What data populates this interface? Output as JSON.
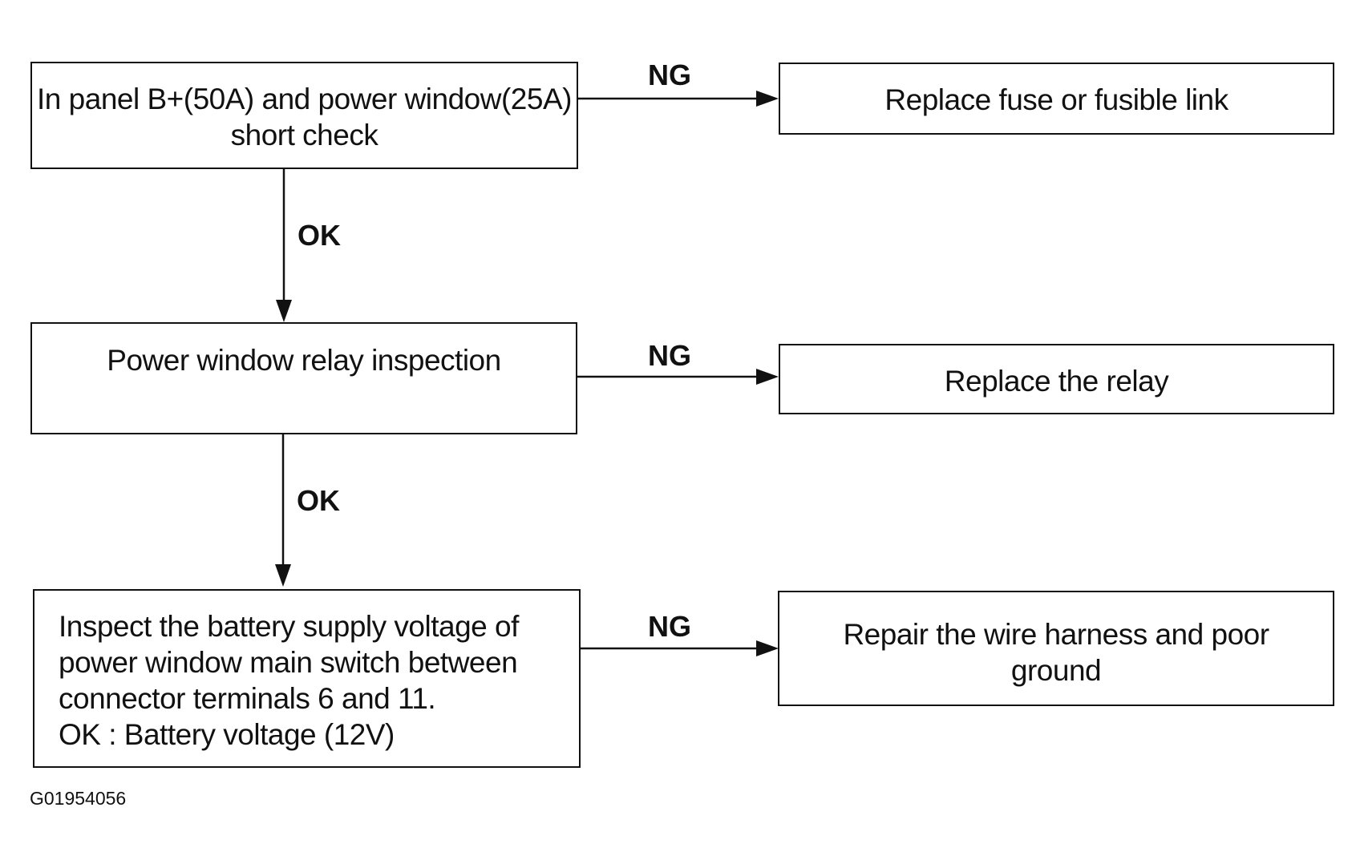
{
  "steps": [
    {
      "text": "In panel B+(50A) and power window(25A)\nshort check",
      "ng_label": "NG",
      "ng_action": "Replace fuse or fusible link",
      "ok_label": "OK"
    },
    {
      "text": "Power window relay inspection",
      "ng_label": "NG",
      "ng_action": "Replace the relay",
      "ok_label": "OK"
    },
    {
      "text": "Inspect the battery supply voltage of\npower window main switch between\nconnector terminals 6 and 11.\nOK : Battery voltage (12V)",
      "ng_label": "NG",
      "ng_action": "Repair the wire harness and poor\nground"
    }
  ],
  "figure_id": "G01954056"
}
